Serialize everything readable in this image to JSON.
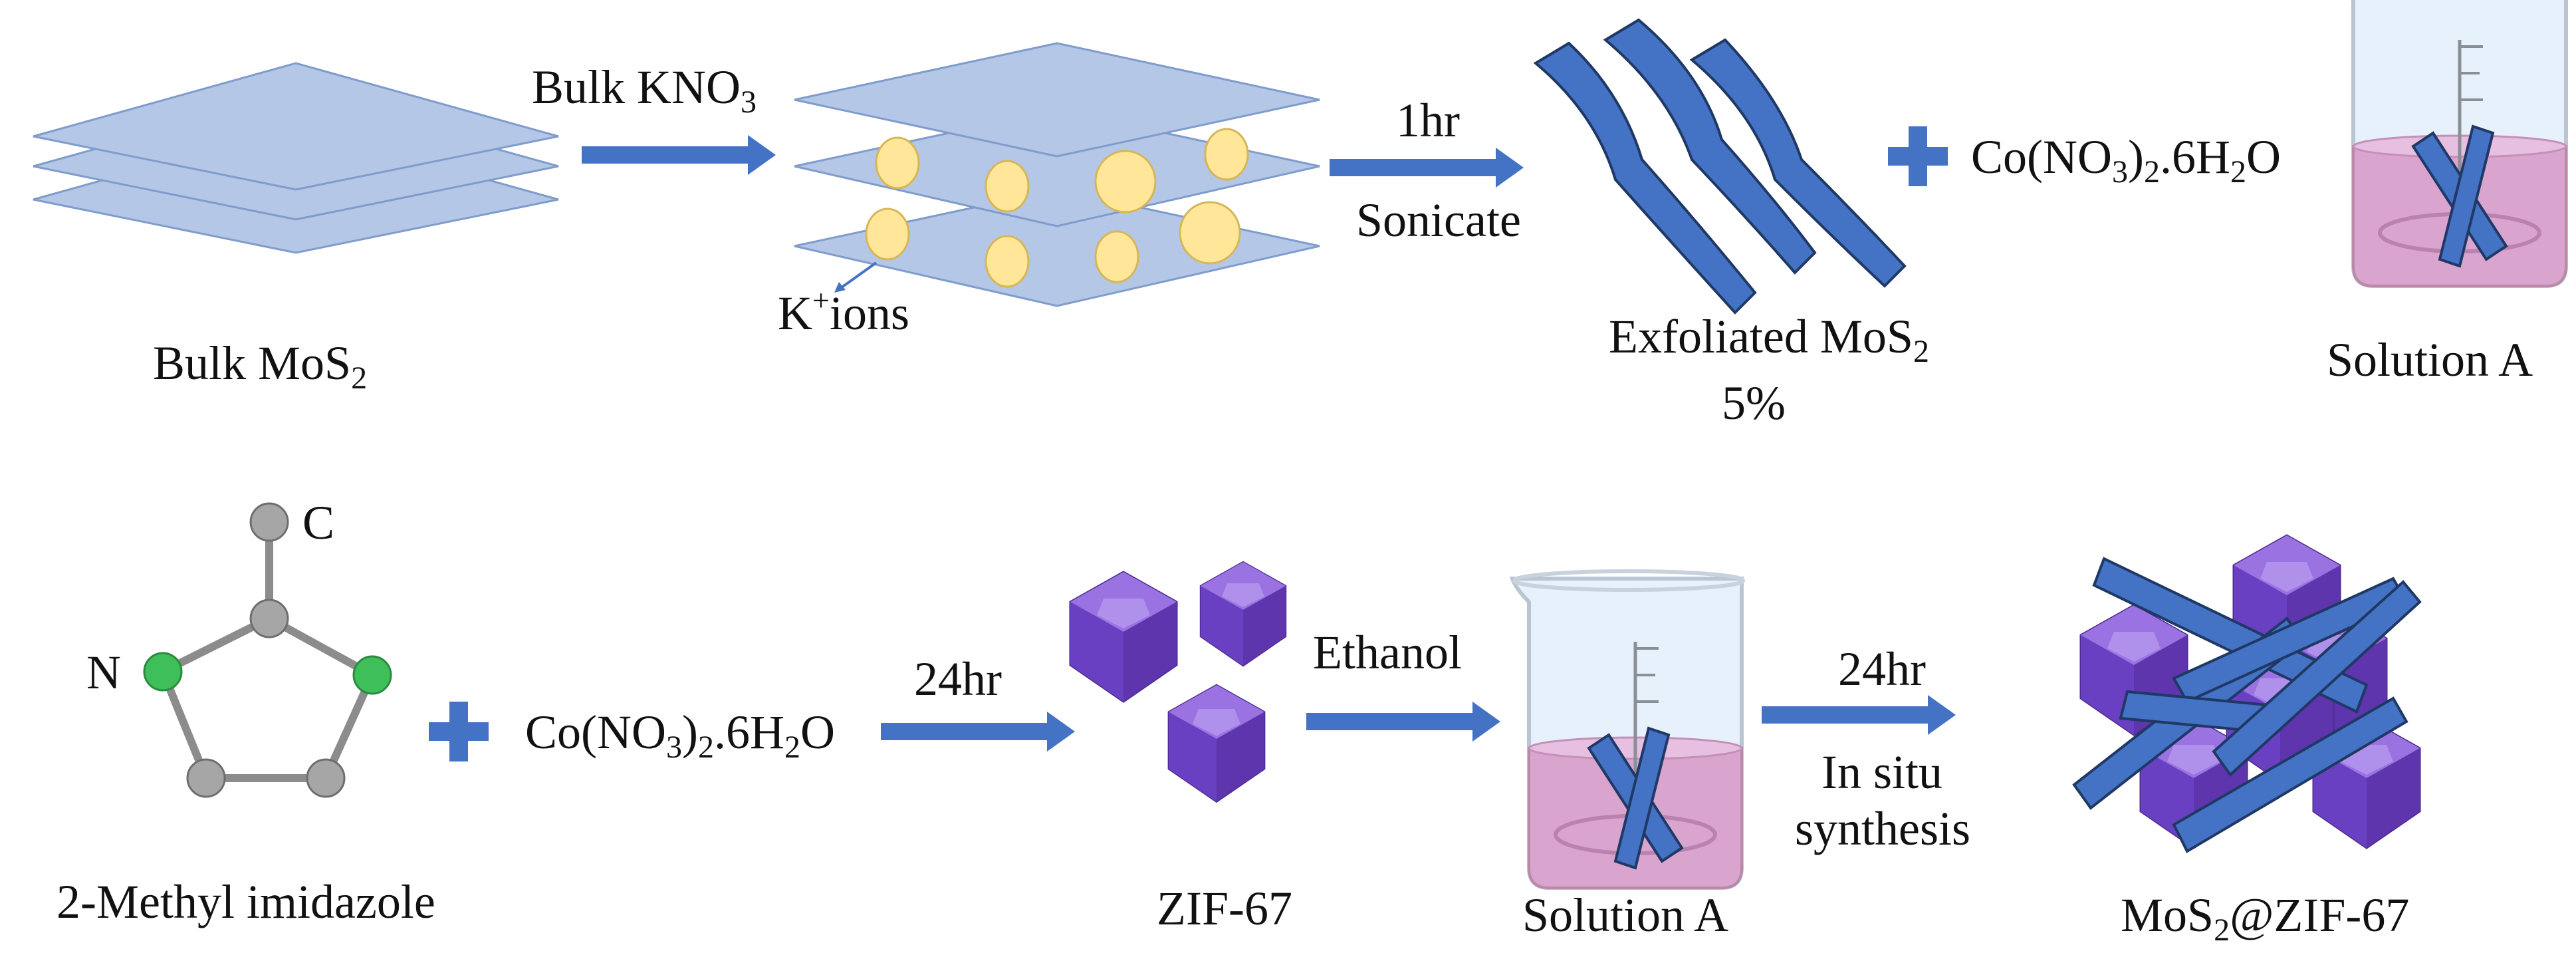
{
  "labels": {
    "bulk_mos2": "Bulk MoS",
    "bulk_mos2_sub": "2",
    "bulk_kno3": "Bulk KNO",
    "bulk_kno3_sub": "3",
    "k_ions_k": "K",
    "k_ions_sup": "+",
    "k_ions_rest": "ions",
    "step_1hr": "1hr",
    "sonicate": "Sonicate",
    "exfoliated": "Exfoliated MoS",
    "exfoliated_sub": "2",
    "five_percent": "5%",
    "cobalt_nitrate": {
      "a": "Co(NO",
      "b": "3",
      "c": ")",
      "d": "2",
      "e": ".6H",
      "f": "2",
      "g": "O"
    },
    "solution_a": "Solution A",
    "atom_c": "C",
    "atom_n": "N",
    "methyl_imidazole": "2-Methyl imidazole",
    "step_24hr": "24hr",
    "zif67": "ZIF-67",
    "ethanol": "Ethanol",
    "in_situ": "In situ",
    "synthesis": "synthesis",
    "product": {
      "a": "MoS",
      "b": "2",
      "c": "@ZIF-67"
    }
  },
  "colors": {
    "arrow": "#4472c4",
    "sheet": "#b4c7e7",
    "sheet_edge": "#7f9ccc",
    "ion": "#ffe699",
    "ion_edge": "#d6b656",
    "flake": "#4472c4",
    "flake_edge": "#1f3864",
    "liquid": "#d9a5cf",
    "glass": "#dfeefa",
    "crystal": "#7e4fd1",
    "crystal_dark": "#5e35ad",
    "crystal_light": "#9b72e2",
    "atom_grey": "#9a9a9a",
    "atom_green": "#3fbf5a"
  },
  "icons": [
    "plus-icon",
    "arrow-right-icon",
    "beaker-icon",
    "molecule-icon",
    "crystal-icon"
  ]
}
